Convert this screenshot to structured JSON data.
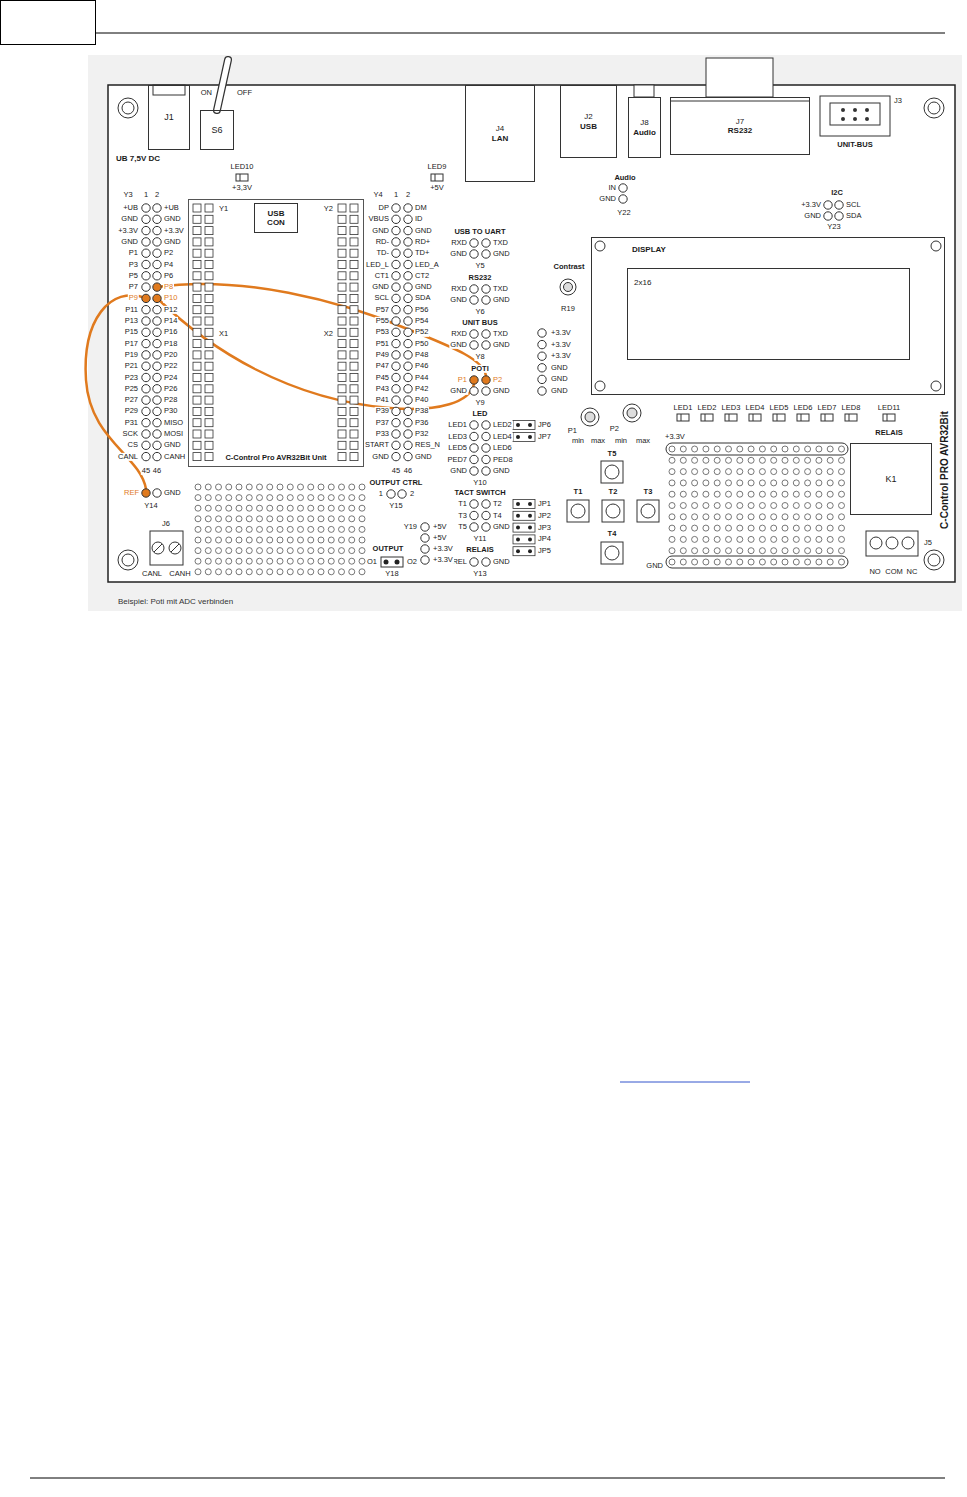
{
  "diagram": {
    "caption": "Beispiel: Poti mit ADC verbinden",
    "nodes": [
      {
        "text": [
          "J1"
        ]
      },
      {
        "text": [
          "S6"
        ]
      },
      {
        "text": [
          "J4",
          "LAN"
        ]
      },
      {
        "text": [
          "J2",
          "USB"
        ]
      },
      {
        "text": [
          "J8",
          "Audio"
        ]
      },
      {
        "text": [
          "J7",
          "RS232"
        ]
      },
      {
        "text": [
          "C-Control Pro AVR32Bit Unit"
        ]
      },
      {
        "text": [
          "USB CON"
        ],
        "in": 6
      },
      {
        "text": [
          "DISPLAY"
        ]
      },
      {
        "text": [
          "2x16"
        ],
        "in": 8
      },
      {
        "text": [
          "K1"
        ]
      }
    ],
    "labels": [
      "ON",
      "OFF",
      "UB 7,5V DC",
      "LED10",
      "+3,3V",
      "LED9",
      "+5V",
      "J3",
      "UNIT-BUS",
      "Audio",
      "IN",
      "GND",
      "Y22",
      "I2C",
      "+3.3V",
      "GND",
      "SCL",
      "SDA",
      "Y23",
      "Y3",
      "1",
      "2",
      "+UB",
      "+UB",
      "GND",
      "GND",
      "+3.3V",
      "+3.3V",
      "GND",
      "GND",
      "P1",
      "P2",
      "P3",
      "P4",
      "P5",
      "P6",
      "P7",
      "P8",
      "P9",
      "P10",
      "P11",
      "P12",
      "P13",
      "P14",
      "P15",
      "P16",
      "P17",
      "P18",
      "P19",
      "P20",
      "P21",
      "P22",
      "P23",
      "P24",
      "P25",
      "P26",
      "P27",
      "P28",
      "P29",
      "P30",
      "P31",
      "MISO",
      "SCK",
      "MOSI",
      "CS",
      "GND",
      "CANL",
      "CANH",
      "45",
      "46",
      "Y1",
      "Y2",
      "X1",
      "X2",
      "Y4",
      "1",
      "2",
      "DP",
      "DM",
      "VBUS",
      "ID",
      "GND",
      "GND",
      "RD-",
      "RD+",
      "TD-",
      "TD+",
      "LED_L",
      "LED_A",
      "CT1",
      "CT2",
      "GND",
      "GND",
      "SCL",
      "SDA",
      "P57",
      "P56",
      "P55",
      "P54",
      "P53",
      "P52",
      "P51",
      "P50",
      "P49",
      "P48",
      "P47",
      "P46",
      "P45",
      "P44",
      "P43",
      "P42",
      "P41",
      "P40",
      "P39",
      "P38",
      "P37",
      "P36",
      "P33",
      "P32",
      "START",
      "RES_N",
      "GND",
      "GND",
      "45",
      "46",
      "USB TO UART",
      "RXD",
      "TXD",
      "GND",
      "GND",
      "Y5",
      "RS232",
      "RXD",
      "TXD",
      "GND",
      "GND",
      "Y6",
      "UNIT BUS",
      "RXD",
      "TXD",
      "GND",
      "GND",
      "Y8",
      "POTI",
      "P1",
      "P2",
      "GND",
      "GND",
      "Y9",
      "LED",
      "LED1",
      "LED2",
      "LED3",
      "LED4",
      "LED5",
      "LED6",
      "PED7",
      "PED8",
      "GND",
      "GND",
      "Y10",
      "JP6",
      "JP7",
      "+3.3V",
      "+3.3V",
      "+3.3V",
      "GND",
      "GND",
      "GND",
      "Contrast",
      "R19",
      "TACT SWITCH",
      "T1",
      "T2",
      "T3",
      "T4",
      "T5",
      "GND",
      "Y11",
      "JP1",
      "JP2",
      "JP3",
      "JP4",
      "JP5",
      "RELAIS",
      "REL",
      "GND",
      "Y13",
      "OUTPUT CTRL",
      "1",
      "2",
      "Y15",
      "Y19",
      "+5V",
      "+5V",
      "+3.3V",
      "+3.3V",
      "OUTPUT",
      "O1",
      "O2",
      "Y18",
      "REF",
      "GND",
      "Y14",
      "J6",
      "CANL",
      "CANH",
      "P1",
      "min",
      "max",
      "P2",
      "min",
      "max",
      "T5",
      "T1",
      "T2",
      "T3",
      "T4",
      "LED1",
      "LED2",
      "LED3",
      "LED4",
      "LED5",
      "LED6",
      "LED7",
      "LED8",
      "LED11",
      "RELAIS",
      "+3.3V",
      "GND",
      "J5",
      "NO",
      "COM",
      "NC",
      "C-Control PRO AVR32Bit"
    ]
  }
}
